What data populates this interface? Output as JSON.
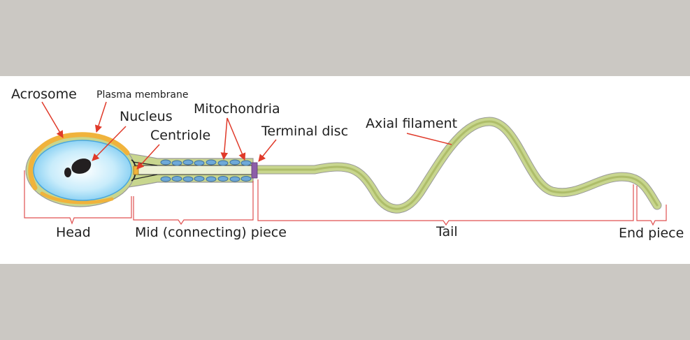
{
  "labels": {
    "acrosome": "Acrosome",
    "plasma_membrane": "Plasma membrane",
    "nucleus": "Nucleus",
    "centriole": "Centriole",
    "mitochondria": "Mitochondria",
    "terminal_disc": "Terminal disc",
    "axial_filament": "Axial filament",
    "head": "Head",
    "mid_piece": "Mid (connecting) piece",
    "tail": "Tail",
    "end_piece": "End piece"
  },
  "colors": {
    "background": "#cbc8c3",
    "canvas": "#ffffff",
    "arrow": "#e03a2a",
    "bracket": "#e05050",
    "tail_fill": "#c8d68e",
    "acrosome": "#f0b33c",
    "nucleus_fill": "#9fd8f5",
    "mitochondria": "#6ea9d8"
  }
}
